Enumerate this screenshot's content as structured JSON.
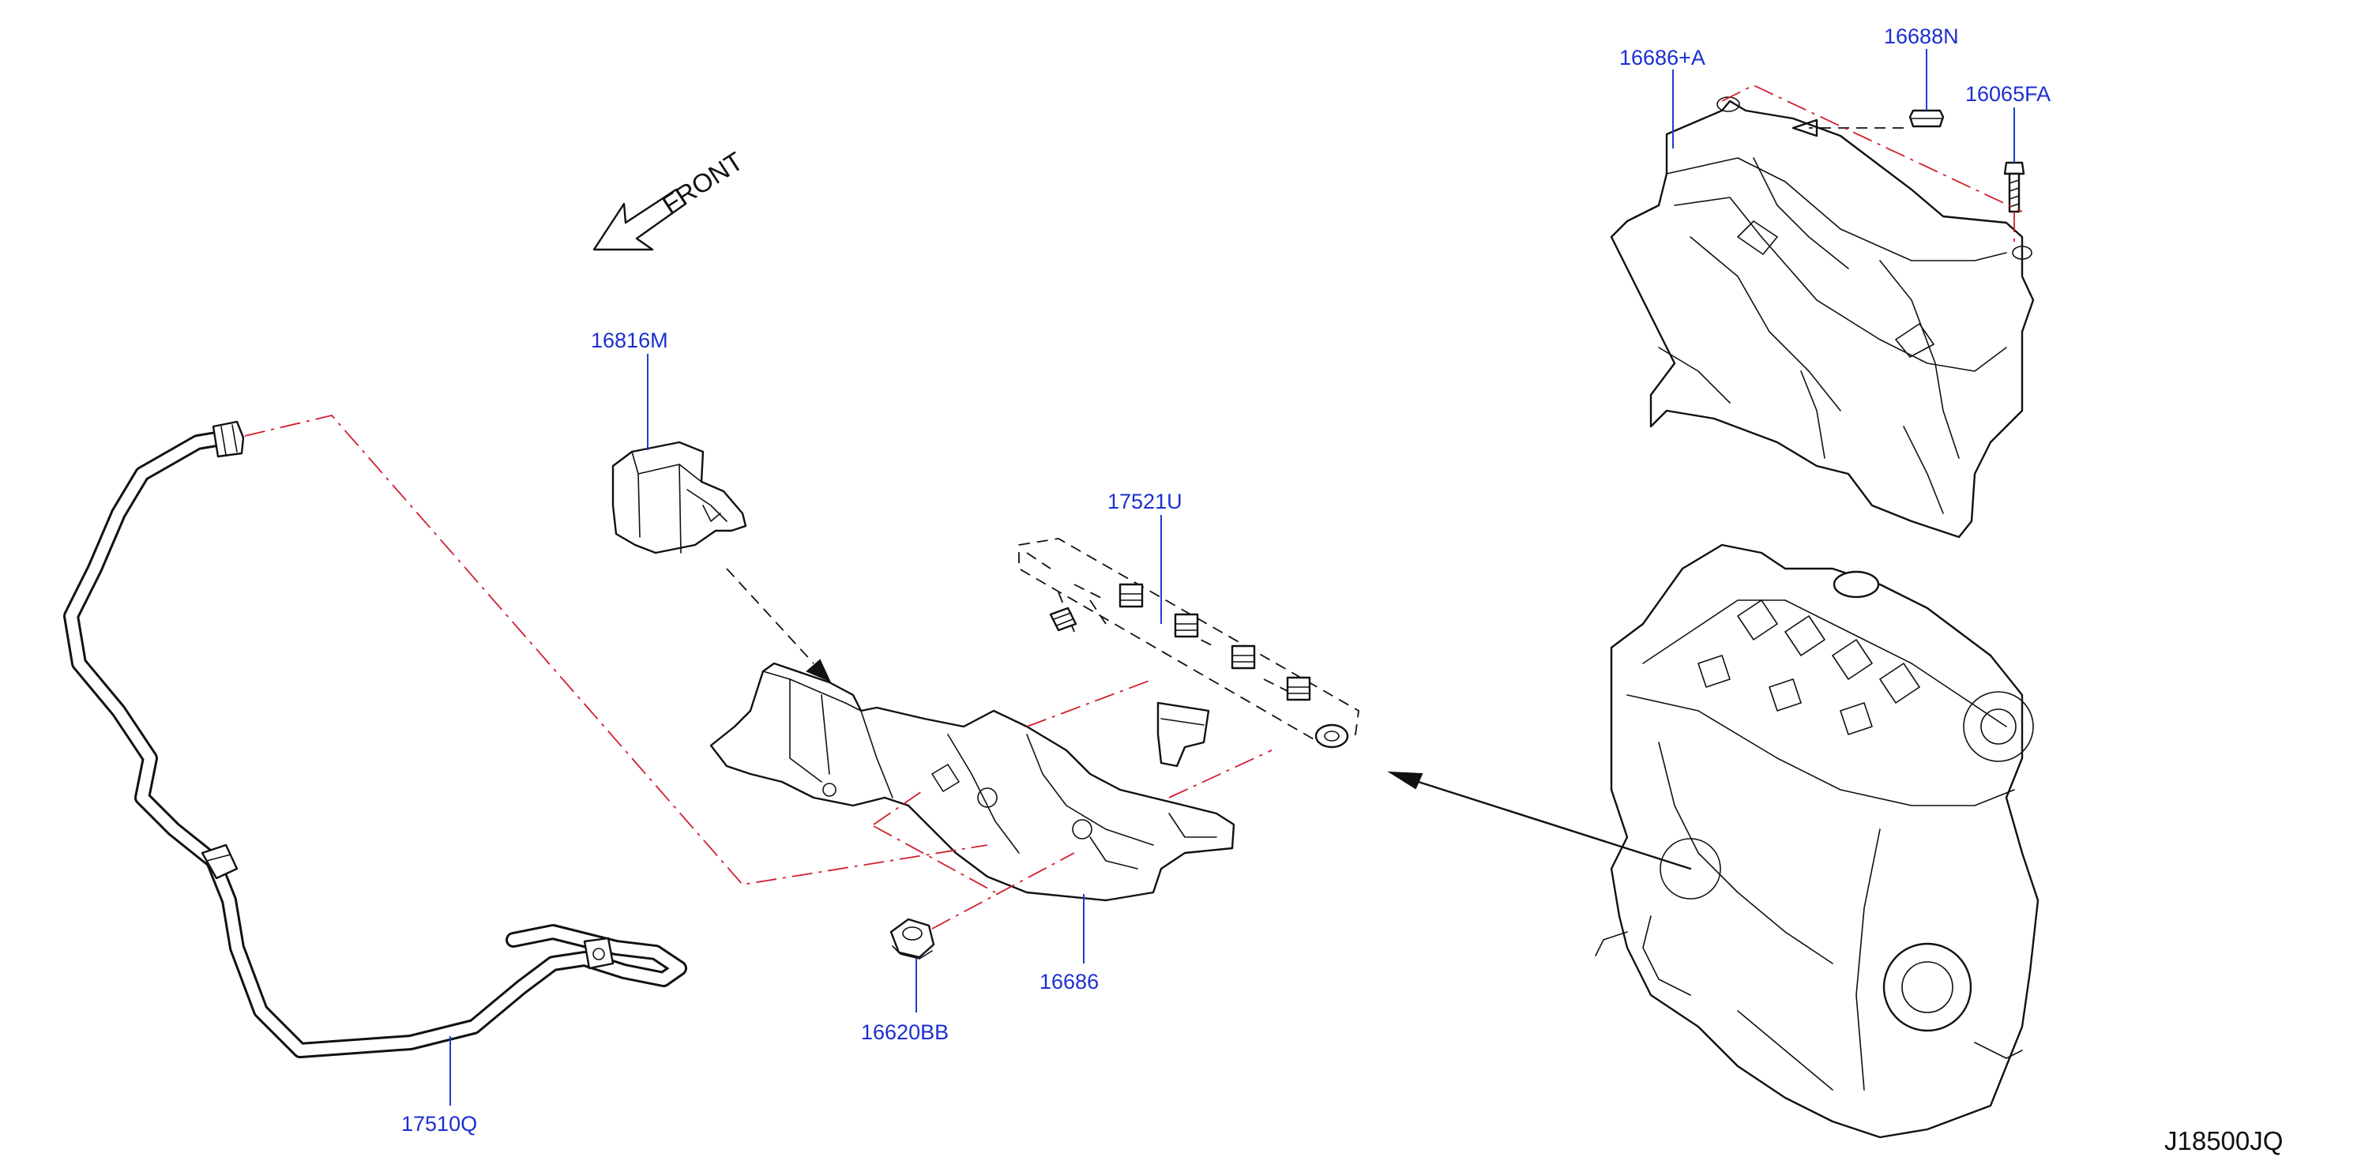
{
  "diagram": {
    "front_label": "FRONT",
    "catalog_code": "J18500JQ",
    "parts": [
      {
        "id": "16686_A",
        "number": "16686+A"
      },
      {
        "id": "16688N",
        "number": "16688N"
      },
      {
        "id": "16065FA",
        "number": "16065FA"
      },
      {
        "id": "16816M",
        "number": "16816M"
      },
      {
        "id": "17521U",
        "number": "17521U"
      },
      {
        "id": "16686",
        "number": "16686"
      },
      {
        "id": "16620BB",
        "number": "16620BB"
      },
      {
        "id": "17510Q",
        "number": "17510Q"
      }
    ]
  }
}
